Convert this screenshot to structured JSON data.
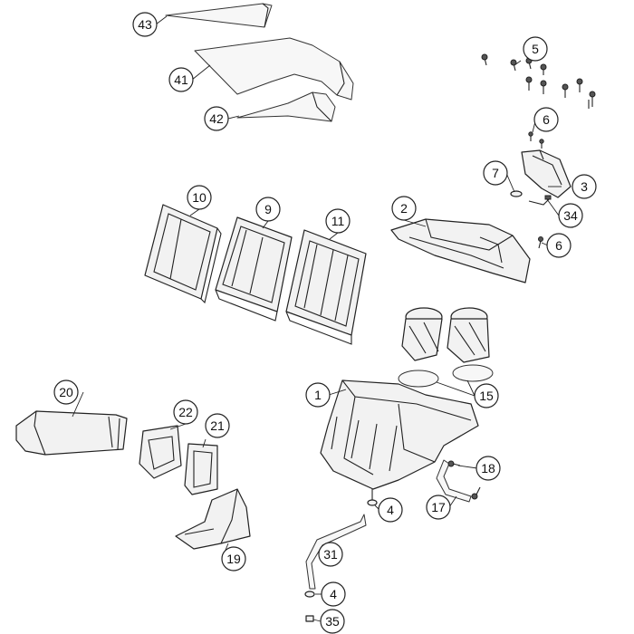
{
  "callouts": {
    "c1": "1",
    "c2": "2",
    "c3": "3",
    "c4a": "4",
    "c4b": "4",
    "c5": "5",
    "c6a": "6",
    "c6b": "6",
    "c7": "7",
    "c9": "9",
    "c10": "10",
    "c11": "11",
    "c15": "15",
    "c17": "17",
    "c18": "18",
    "c19": "19",
    "c20": "20",
    "c21": "21",
    "c22": "22",
    "c31": "31",
    "c34": "34",
    "c35": "35",
    "c41": "41",
    "c42": "42",
    "c43": "43"
  }
}
